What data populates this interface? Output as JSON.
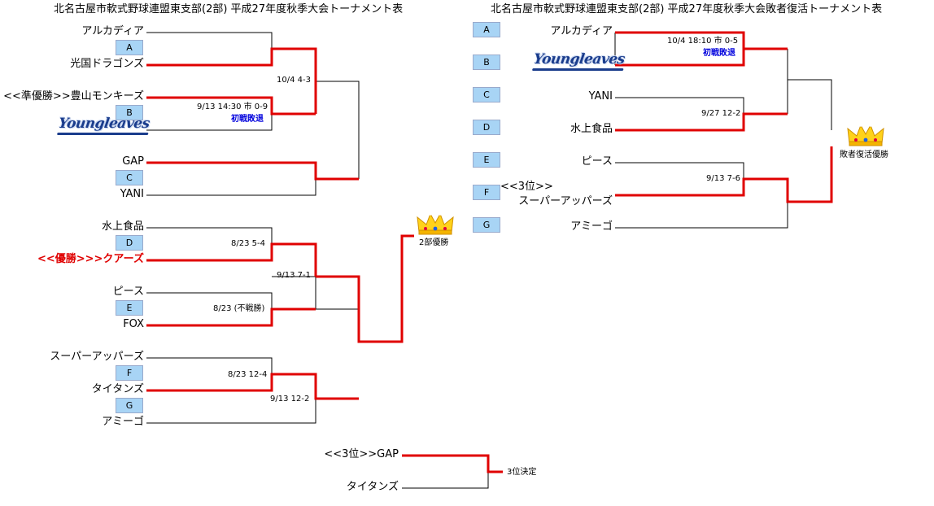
{
  "titles": {
    "main": "北名古屋市軟式野球連盟東支部(2部) 平成27年度秋季大会トーナメント表",
    "losers": "北名古屋市軟式野球連盟東支部(2部) 平成27年度秋季大会敗者復活トーナメント表"
  },
  "logo_text": "Youngleaves",
  "colors": {
    "winner_line": "#e00000",
    "loser_line": "#000000",
    "slot_fill": "#a8d4f5",
    "note_text": "#0000dd",
    "champion_text": "#e00000"
  },
  "main": {
    "teams": [
      "アルカディア",
      "光国ドラゴンズ",
      "<<準優勝>>豊山モンキーズ",
      "",
      "GAP",
      "YANI",
      "水上食品",
      "<<優勝>>>クアーズ",
      "ピース",
      "FOX",
      "スーパーアッパーズ",
      "タイタンズ",
      "アミーゴ"
    ],
    "slots": [
      "A",
      "B",
      "C",
      "D",
      "E",
      "F",
      "G"
    ],
    "results": [
      "10/4 4-3",
      "9/13 14:30 市 0-9",
      "8/23 5-4",
      "9/13 7-1",
      "8/23 (不戦勝)",
      "8/23 12-4",
      "9/13 12-2"
    ],
    "note": "初戦敗退",
    "winner_label": "2部優勝",
    "crown_icon": "crown-icon"
  },
  "losers": {
    "slots": [
      "A",
      "B",
      "C",
      "D",
      "E",
      "F",
      "G"
    ],
    "teams": [
      "アルカディア",
      "",
      "YANI",
      "水上食品",
      "ピース",
      "<<3位>>",
      "スーパーアッパーズ",
      "アミーゴ"
    ],
    "results": [
      "10/4 18:10 市 0-5",
      "9/27 12-2",
      "9/13 7-6"
    ],
    "note": "初戦敗退",
    "winner_label": "敗者復活優勝",
    "crown_icon": "crown-icon"
  },
  "third_place": {
    "teams": [
      "<<3位>>GAP",
      "タイタンズ"
    ],
    "label": "3位決定"
  }
}
